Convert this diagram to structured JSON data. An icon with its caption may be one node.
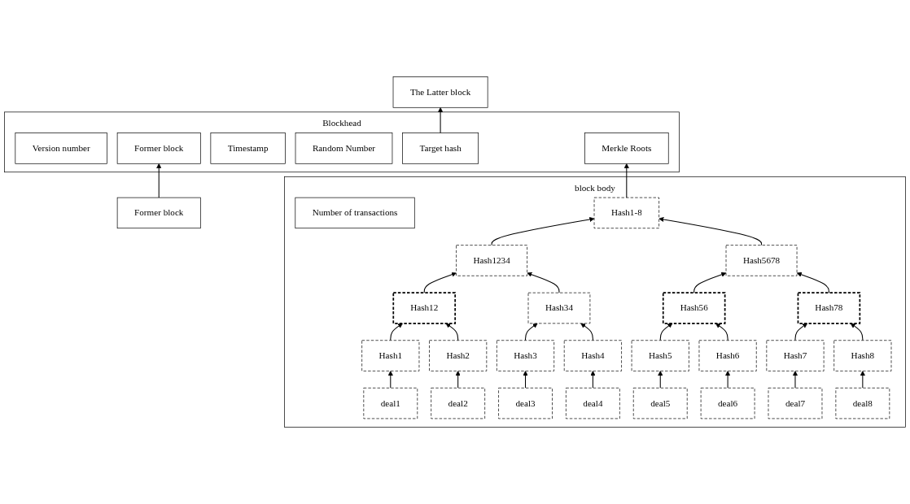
{
  "diagram": {
    "nodes": [
      {
        "text": [
          "Former block"
        ]
      },
      {
        "text": [
          "Blockhead"
        ]
      },
      {
        "text": [
          "Version number"
        ],
        "in": 1
      },
      {
        "text": [
          "Former block"
        ],
        "in": 1
      },
      {
        "text": [
          "Timestamp"
        ],
        "in": 1
      },
      {
        "text": [
          "Random Number"
        ],
        "in": 1
      },
      {
        "text": [
          "Target hash"
        ],
        "in": 1
      },
      {
        "text": [
          "Merkle Roots"
        ],
        "in": 1
      },
      {
        "text": [
          "The Latter block"
        ]
      },
      {
        "text": [
          "block body"
        ]
      },
      {
        "text": [
          "Number of transactions"
        ],
        "in": 9
      },
      {
        "text": [
          "Hash1-8"
        ],
        "in": 9
      },
      {
        "text": [
          "Hash1234"
        ],
        "in": 9
      },
      {
        "text": [
          "Hash5678"
        ],
        "in": 9
      },
      {
        "text": [
          "Hash12"
        ],
        "in": 9
      },
      {
        "text": [
          "Hash34"
        ],
        "in": 9
      },
      {
        "text": [
          "Hash56"
        ],
        "in": 9
      },
      {
        "text": [
          "Hash78"
        ],
        "in": 9
      },
      {
        "text": [
          "Hash1"
        ],
        "in": 9
      },
      {
        "text": [
          "Hash2"
        ],
        "in": 9
      },
      {
        "text": [
          "Hash3"
        ],
        "in": 9
      },
      {
        "text": [
          "Hash4"
        ],
        "in": 9
      },
      {
        "text": [
          "Hash5"
        ],
        "in": 9
      },
      {
        "text": [
          "Hash6"
        ],
        "in": 9
      },
      {
        "text": [
          "Hash7"
        ],
        "in": 9
      },
      {
        "text": [
          "Hash8"
        ],
        "in": 9
      },
      {
        "text": [
          "deal1"
        ],
        "in": 9
      },
      {
        "text": [
          "deal2"
        ],
        "in": 9
      },
      {
        "text": [
          "deal3"
        ],
        "in": 9
      },
      {
        "text": [
          "deal4"
        ],
        "in": 9
      },
      {
        "text": [
          "deal5"
        ],
        "in": 9
      },
      {
        "text": [
          "deal6"
        ],
        "in": 9
      },
      {
        "text": [
          "deal7"
        ],
        "in": 9
      },
      {
        "text": [
          "deal8"
        ],
        "in": 9
      }
    ],
    "edges": [
      {
        "from": 0,
        "to": 3,
        "arrow": "to"
      },
      {
        "from": 6,
        "to": 8,
        "arrow": "to"
      },
      {
        "from": 11,
        "to": 7,
        "arrow": "to"
      },
      {
        "from": 12,
        "to": 11,
        "arrow": "to"
      },
      {
        "from": 13,
        "to": 11,
        "arrow": "to"
      },
      {
        "from": 14,
        "to": 12,
        "arrow": "to"
      },
      {
        "from": 15,
        "to": 12,
        "arrow": "to"
      },
      {
        "from": 16,
        "to": 13,
        "arrow": "to"
      },
      {
        "from": 17,
        "to": 13,
        "arrow": "to"
      },
      {
        "from": 18,
        "to": 14,
        "arrow": "to"
      },
      {
        "from": 19,
        "to": 14,
        "arrow": "to"
      },
      {
        "from": 20,
        "to": 15,
        "arrow": "to"
      },
      {
        "from": 21,
        "to": 15,
        "arrow": "to"
      },
      {
        "from": 22,
        "to": 16,
        "arrow": "to"
      },
      {
        "from": 23,
        "to": 16,
        "arrow": "to"
      },
      {
        "from": 24,
        "to": 17,
        "arrow": "to"
      },
      {
        "from": 25,
        "to": 17,
        "arrow": "to"
      },
      {
        "from": 26,
        "to": 18,
        "arrow": "to"
      },
      {
        "from": 27,
        "to": 19,
        "arrow": "to"
      },
      {
        "from": 28,
        "to": 20,
        "arrow": "to"
      },
      {
        "from": 29,
        "to": 21,
        "arrow": "to"
      },
      {
        "from": 30,
        "to": 22,
        "arrow": "to"
      },
      {
        "from": 31,
        "to": 23,
        "arrow": "to"
      },
      {
        "from": 32,
        "to": 24,
        "arrow": "to"
      },
      {
        "from": 33,
        "to": 25,
        "arrow": "to"
      }
    ]
  }
}
